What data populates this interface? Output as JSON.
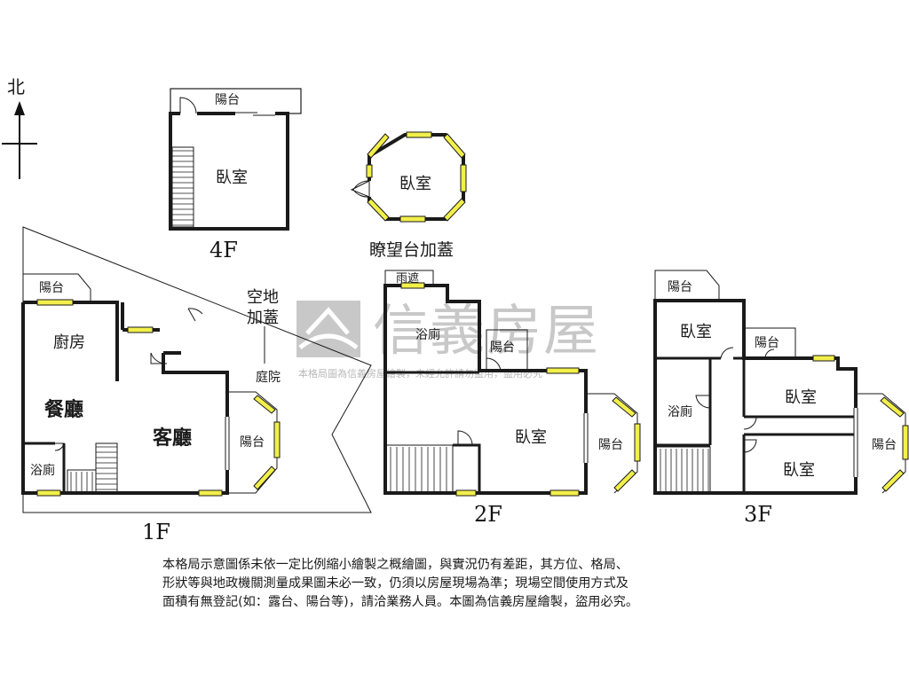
{
  "compass": {
    "label": "北"
  },
  "floors": {
    "f4": {
      "label": "4F",
      "rooms": {
        "bedroom": "臥室",
        "balcony": "陽台"
      }
    },
    "tower": {
      "label": "瞭望台加蓋",
      "rooms": {
        "bedroom": "臥室"
      }
    },
    "f1": {
      "label": "1F",
      "rooms": {
        "balcony_top": "陽台",
        "kitchen": "廚房",
        "dining": "餐廳",
        "living": "客廳",
        "bath": "浴廁",
        "balcony_bay": "陽台",
        "courtyard": "庭院",
        "empty_lot_1": "空地",
        "empty_lot_2": "加蓋"
      }
    },
    "f2": {
      "label": "2F",
      "rooms": {
        "canopy": "雨遮",
        "bath": "浴廁",
        "balcony_mid": "陽台",
        "bedroom": "臥室",
        "balcony_bay": "陽台"
      }
    },
    "f3": {
      "label": "3F",
      "rooms": {
        "balcony_top": "陽台",
        "bedroom_nw": "臥室",
        "bath": "浴廁",
        "balcony_small": "陽台",
        "bedroom_ne": "臥室",
        "bedroom_se": "臥室",
        "balcony_bay": "陽台"
      }
    }
  },
  "watermark": {
    "brand": "信義房屋",
    "tagline": "本格局圖為信義房屋繪製，未經允許請勿盜用，盜用必究"
  },
  "disclaimer": {
    "line1": "本格局示意圖係未依一定比例縮小繪製之概繪圖，與實況仍有差距，其方位、格局、",
    "line2": "形狀等與地政機關測量成果圖未必一致，仍須以房屋現場為準；現場空間使用方式及",
    "line3": "面積有無登記(如：露台、陽台等)，請洽業務人員。本圖為信義房屋繪製，盜用必究。"
  },
  "colors": {
    "wall": "#1a1a1a",
    "window": "#f2ef4a",
    "watermark": "#c8c8c8"
  }
}
